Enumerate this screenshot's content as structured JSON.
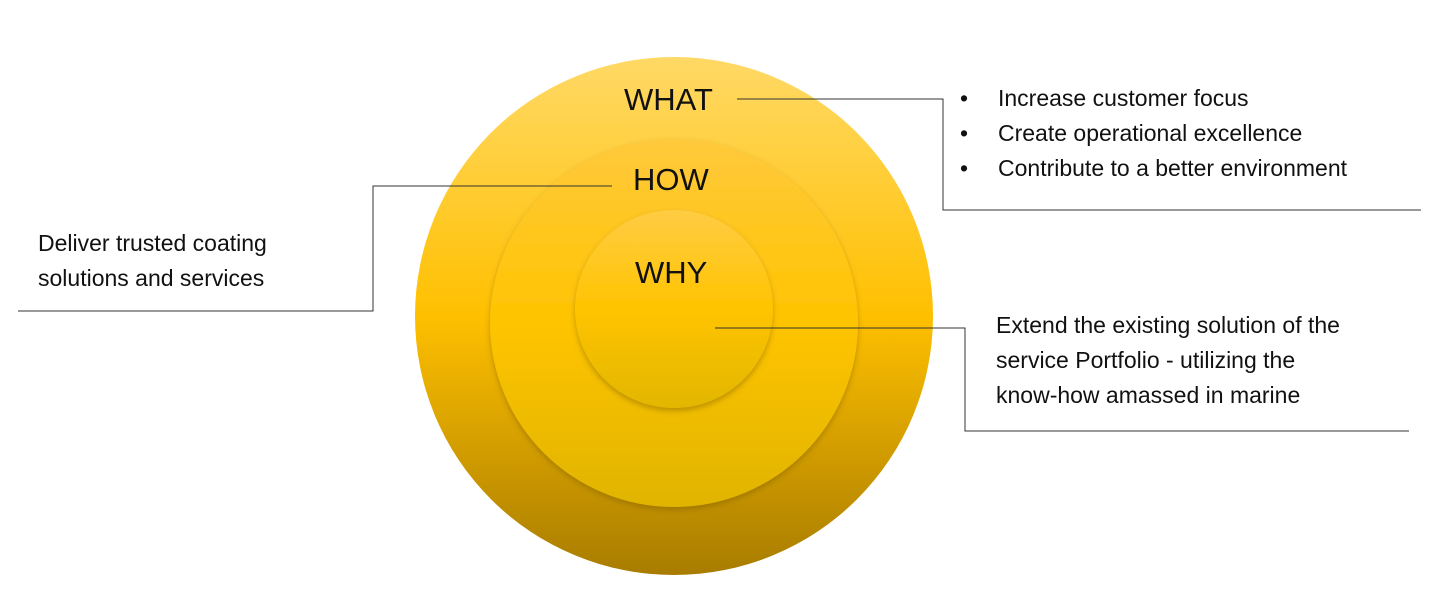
{
  "circles": {
    "what": "WHAT",
    "how": "HOW",
    "why": "WHY"
  },
  "what_items": [
    "Increase customer focus",
    "Create operational excellence",
    "Contribute to a better environment"
  ],
  "how_text": [
    "Deliver trusted coating",
    "solutions and services"
  ],
  "why_text": [
    "Extend the existing solution of the",
    "service Portfolio - utilizing the",
    "know-how amassed in marine"
  ],
  "colors": {
    "outer_top": "#FFD966",
    "outer_bottom": "#A87C00",
    "middle_top": "#FFC93C",
    "middle_bottom": "#E0B400",
    "inner_top": "#FFCC44",
    "inner_bottom": "#E2B600"
  }
}
